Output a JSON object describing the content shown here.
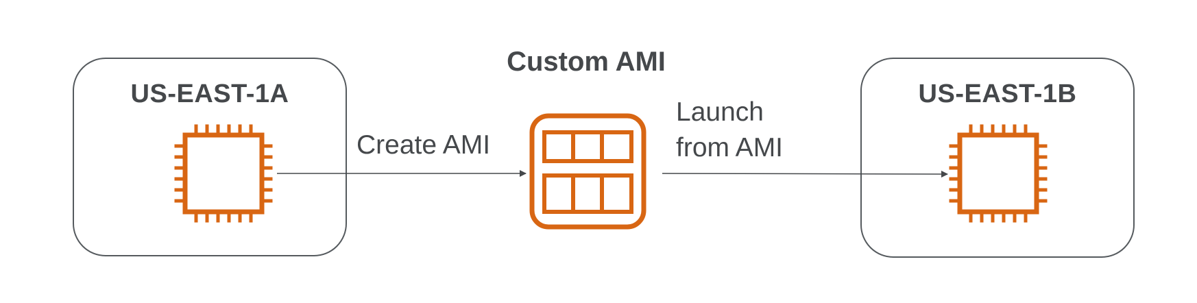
{
  "diagram": {
    "source_zone": {
      "label": "US-EAST-1A",
      "icon": "ec2-instance-icon"
    },
    "target_zone": {
      "label": "US-EAST-1B",
      "icon": "ec2-instance-icon"
    },
    "ami": {
      "title": "Custom AMI",
      "icon": "ami-icon"
    },
    "edges": {
      "create": {
        "label": "Create AMI"
      },
      "launch": {
        "label_line1": "Launch",
        "label_line2": "from AMI"
      }
    },
    "colors": {
      "icon_orange": "#d86613",
      "text": "#45484b",
      "box_border": "#555a5e",
      "arrow": "#45484b"
    }
  }
}
